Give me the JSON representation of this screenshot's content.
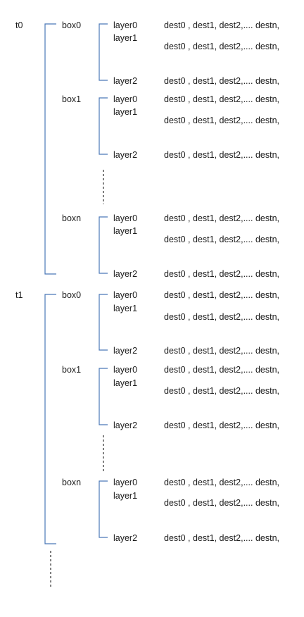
{
  "time_steps": [
    {
      "label": "t0",
      "boxes": [
        {
          "label": "box0",
          "layers": [
            {
              "label": "layer0",
              "dest": "dest0 , dest1, dest2,.... destn,"
            },
            {
              "label": "layer1",
              "dest": "dest0 , dest1, dest2,.... destn,"
            },
            {
              "label": "layer2",
              "dest": "dest0 , dest1, dest2,.... destn,"
            }
          ]
        },
        {
          "label": "box1",
          "layers": [
            {
              "label": "layer0",
              "dest": "dest0 , dest1, dest2,.... destn,"
            },
            {
              "label": "layer1",
              "dest": "dest0 , dest1, dest2,.... destn,"
            },
            {
              "label": "layer2",
              "dest": "dest0 , dest1, dest2,.... destn,"
            }
          ]
        },
        {
          "label": "boxn",
          "layers": [
            {
              "label": "layer0",
              "dest": "dest0 , dest1, dest2,.... destn,"
            },
            {
              "label": "layer1",
              "dest": "dest0 , dest1, dest2,.... destn,"
            },
            {
              "label": "layer2",
              "dest": "dest0 , dest1, dest2,.... destn,"
            }
          ]
        }
      ]
    },
    {
      "label": "t1",
      "boxes": [
        {
          "label": "box0",
          "layers": [
            {
              "label": "layer0",
              "dest": "dest0 , dest1, dest2,.... destn,"
            },
            {
              "label": "layer1",
              "dest": "dest0 , dest1, dest2,.... destn,"
            },
            {
              "label": "layer2",
              "dest": "dest0 , dest1, dest2,.... destn,"
            }
          ]
        },
        {
          "label": "box1",
          "layers": [
            {
              "label": "layer0",
              "dest": "dest0 , dest1, dest2,.... destn,"
            },
            {
              "label": "layer1",
              "dest": "dest0 , dest1, dest2,.... destn,"
            },
            {
              "label": "layer2",
              "dest": "dest0 , dest1, dest2,.... destn,"
            }
          ]
        },
        {
          "label": "boxn",
          "layers": [
            {
              "label": "layer0",
              "dest": "dest0 , dest1, dest2,.... destn,"
            },
            {
              "label": "layer1",
              "dest": "dest0 , dest1, dest2,.... destn,"
            },
            {
              "label": "layer2",
              "dest": "dest0 , dest1, dest2,.... destn,"
            }
          ]
        }
      ]
    }
  ],
  "colors": {
    "bracket": "#4a78b8",
    "ellipsis": "#000000",
    "text": "#1a1a1a"
  }
}
